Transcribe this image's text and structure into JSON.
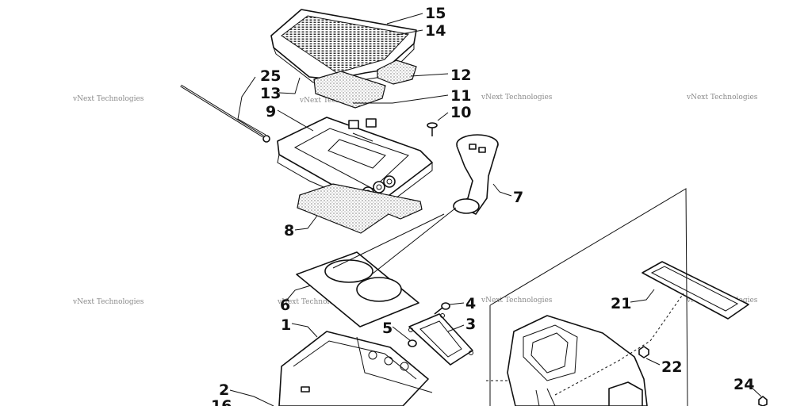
{
  "diagram": {
    "callouts": [
      {
        "id": "c15",
        "label": "15"
      },
      {
        "id": "c14",
        "label": "14"
      },
      {
        "id": "c12",
        "label": "12"
      },
      {
        "id": "c25",
        "label": "25"
      },
      {
        "id": "c13",
        "label": "13"
      },
      {
        "id": "c11",
        "label": "11"
      },
      {
        "id": "c9",
        "label": "9"
      },
      {
        "id": "c10",
        "label": "10"
      },
      {
        "id": "c7",
        "label": "7"
      },
      {
        "id": "c8",
        "label": "8"
      },
      {
        "id": "c6",
        "label": "6"
      },
      {
        "id": "c1",
        "label": "1"
      },
      {
        "id": "c4",
        "label": "4"
      },
      {
        "id": "c5",
        "label": "5"
      },
      {
        "id": "c3",
        "label": "3"
      },
      {
        "id": "c21",
        "label": "21"
      },
      {
        "id": "c22",
        "label": "22"
      },
      {
        "id": "c24",
        "label": "24"
      },
      {
        "id": "c2",
        "label": "2"
      },
      {
        "id": "c16",
        "label": "16"
      }
    ],
    "watermark": "vNext Technologies"
  }
}
